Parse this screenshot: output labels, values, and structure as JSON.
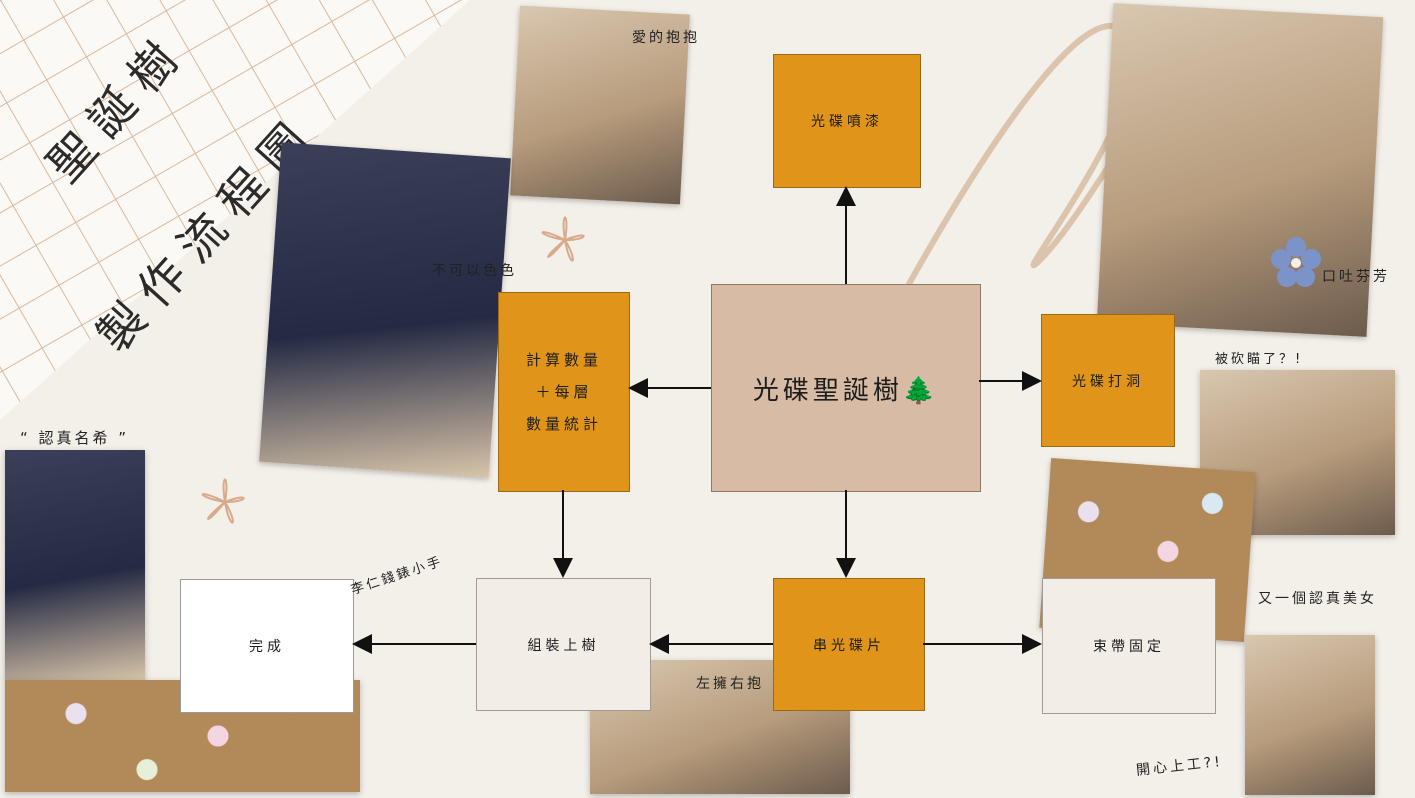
{
  "title": {
    "line1": "聖誕樹",
    "line2": "製作流程圖"
  },
  "flow": {
    "center": "光碟聖誕樹🌲",
    "spray": "光碟噴漆",
    "count_line1": "計算數量",
    "count_line2": "＋每層",
    "count_line3": "數量統計",
    "punch": "光碟打洞",
    "string": "串光碟片",
    "assemble": "組裝上樹",
    "done": "完成",
    "tie": "束帶固定"
  },
  "captions": {
    "hug": "愛的抱抱",
    "no_color": "不可以色色",
    "serious": "“ 認真名希 ”",
    "mouth": "口吐芬芳",
    "caught": "被砍瞄了？!",
    "beauty": "又一個認真美女",
    "helper": "李仁錢錶小手",
    "left_right": "左擁右抱",
    "happy": "開心上工?!"
  },
  "colors": {
    "orange": "#e0951a",
    "tan": "#d7bba4",
    "background": "#f3efe9",
    "grid": "#d8b99b"
  }
}
